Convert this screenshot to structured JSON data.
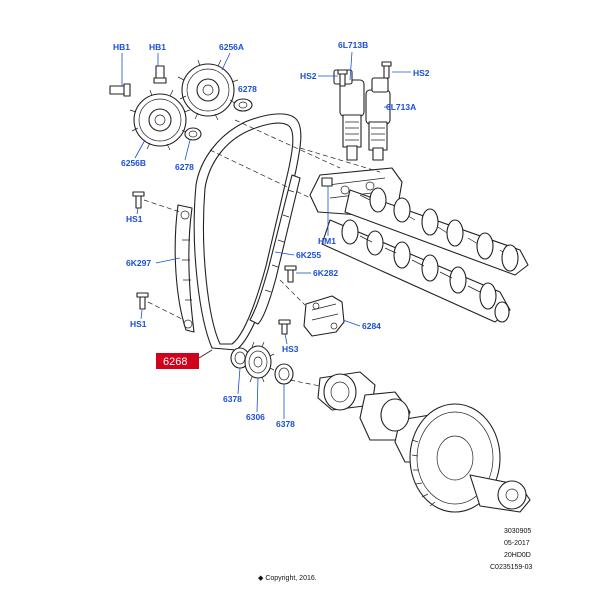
{
  "labels": {
    "hb1_a": "HB1",
    "hb1_b": "HB1",
    "p6256a": "6256A",
    "p6278_a": "6278",
    "p6256b": "6256B",
    "p6278_b": "6278",
    "p6l713b": "6L713B",
    "hs2_a": "HS2",
    "hs2_b": "HS2",
    "p6l713a": "6L713A",
    "hs1_a": "HS1",
    "hm1": "HM1",
    "p6k255": "6K255",
    "p6k297": "6K297",
    "p6k282": "6K282",
    "hs1_b": "HS1",
    "p6284": "6284",
    "hs3": "HS3",
    "p6268": "6268",
    "p6378_a": "6378",
    "p6306": "6306",
    "p6378_b": "6378"
  },
  "highlight_color": "#d0021b",
  "label_color": "#1a4fd6",
  "meta": {
    "line1": "3030905",
    "line2": "05-2017",
    "line3": "20HD0D",
    "line4": "C0235159-03"
  },
  "copyright": "◆ Copyright, 2016."
}
